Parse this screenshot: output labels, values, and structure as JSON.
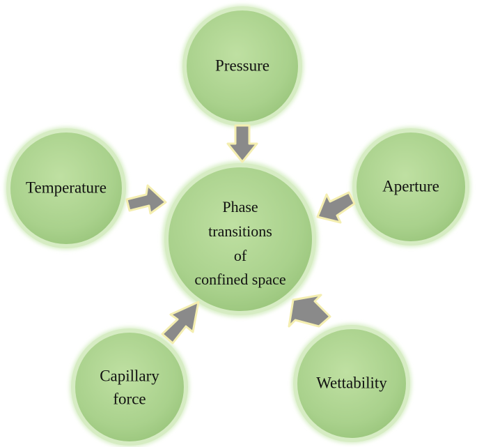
{
  "diagram": {
    "center": {
      "label_lines": [
        "Phase",
        "transitions",
        "of",
        "confined space"
      ]
    },
    "nodes": [
      {
        "id": "pressure",
        "label_lines": [
          "Pressure"
        ]
      },
      {
        "id": "aperture",
        "label_lines": [
          "Aperture"
        ]
      },
      {
        "id": "wettability",
        "label_lines": [
          "Wettability"
        ]
      },
      {
        "id": "capillary",
        "label_lines": [
          "Capillary",
          "force"
        ]
      },
      {
        "id": "temperature",
        "label_lines": [
          "Temperature"
        ]
      }
    ]
  }
}
